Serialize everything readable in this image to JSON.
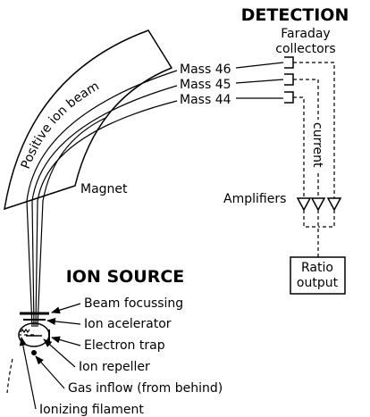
{
  "sections": {
    "detection": "DETECTION",
    "ion_source": "ION SOURCE"
  },
  "detection": {
    "collectors_line1": "Faraday",
    "collectors_line2": "collectors",
    "mass_46": "Mass 46",
    "mass_45": "Mass 45",
    "mass_44": "Mass 44",
    "current": "current",
    "amplifiers": "Amplifiers",
    "ratio_line1": "Ratio",
    "ratio_line2": "output"
  },
  "magnet": {
    "beam": "Positive ion beam",
    "label": "Magnet"
  },
  "source": {
    "beam_focussing": "Beam focussing",
    "ion_accelerator": "Ion acelerator",
    "electron_trap": "Electron trap",
    "ion_repeller": "Ion repeller",
    "gas_inflow": "Gas inflow (from behind)",
    "ionizing_filament": "Ionizing filament"
  }
}
